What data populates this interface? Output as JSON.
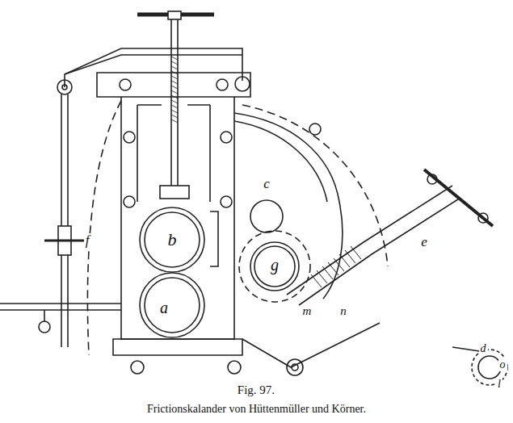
{
  "diagram": {
    "caption": "Frictionskalander von Hüttenmüller und Körner.",
    "labels": [
      "b",
      "a",
      "g",
      "c",
      "e",
      "f",
      "m",
      "n",
      "d",
      "o",
      "l",
      "Fig. 97."
    ]
  }
}
